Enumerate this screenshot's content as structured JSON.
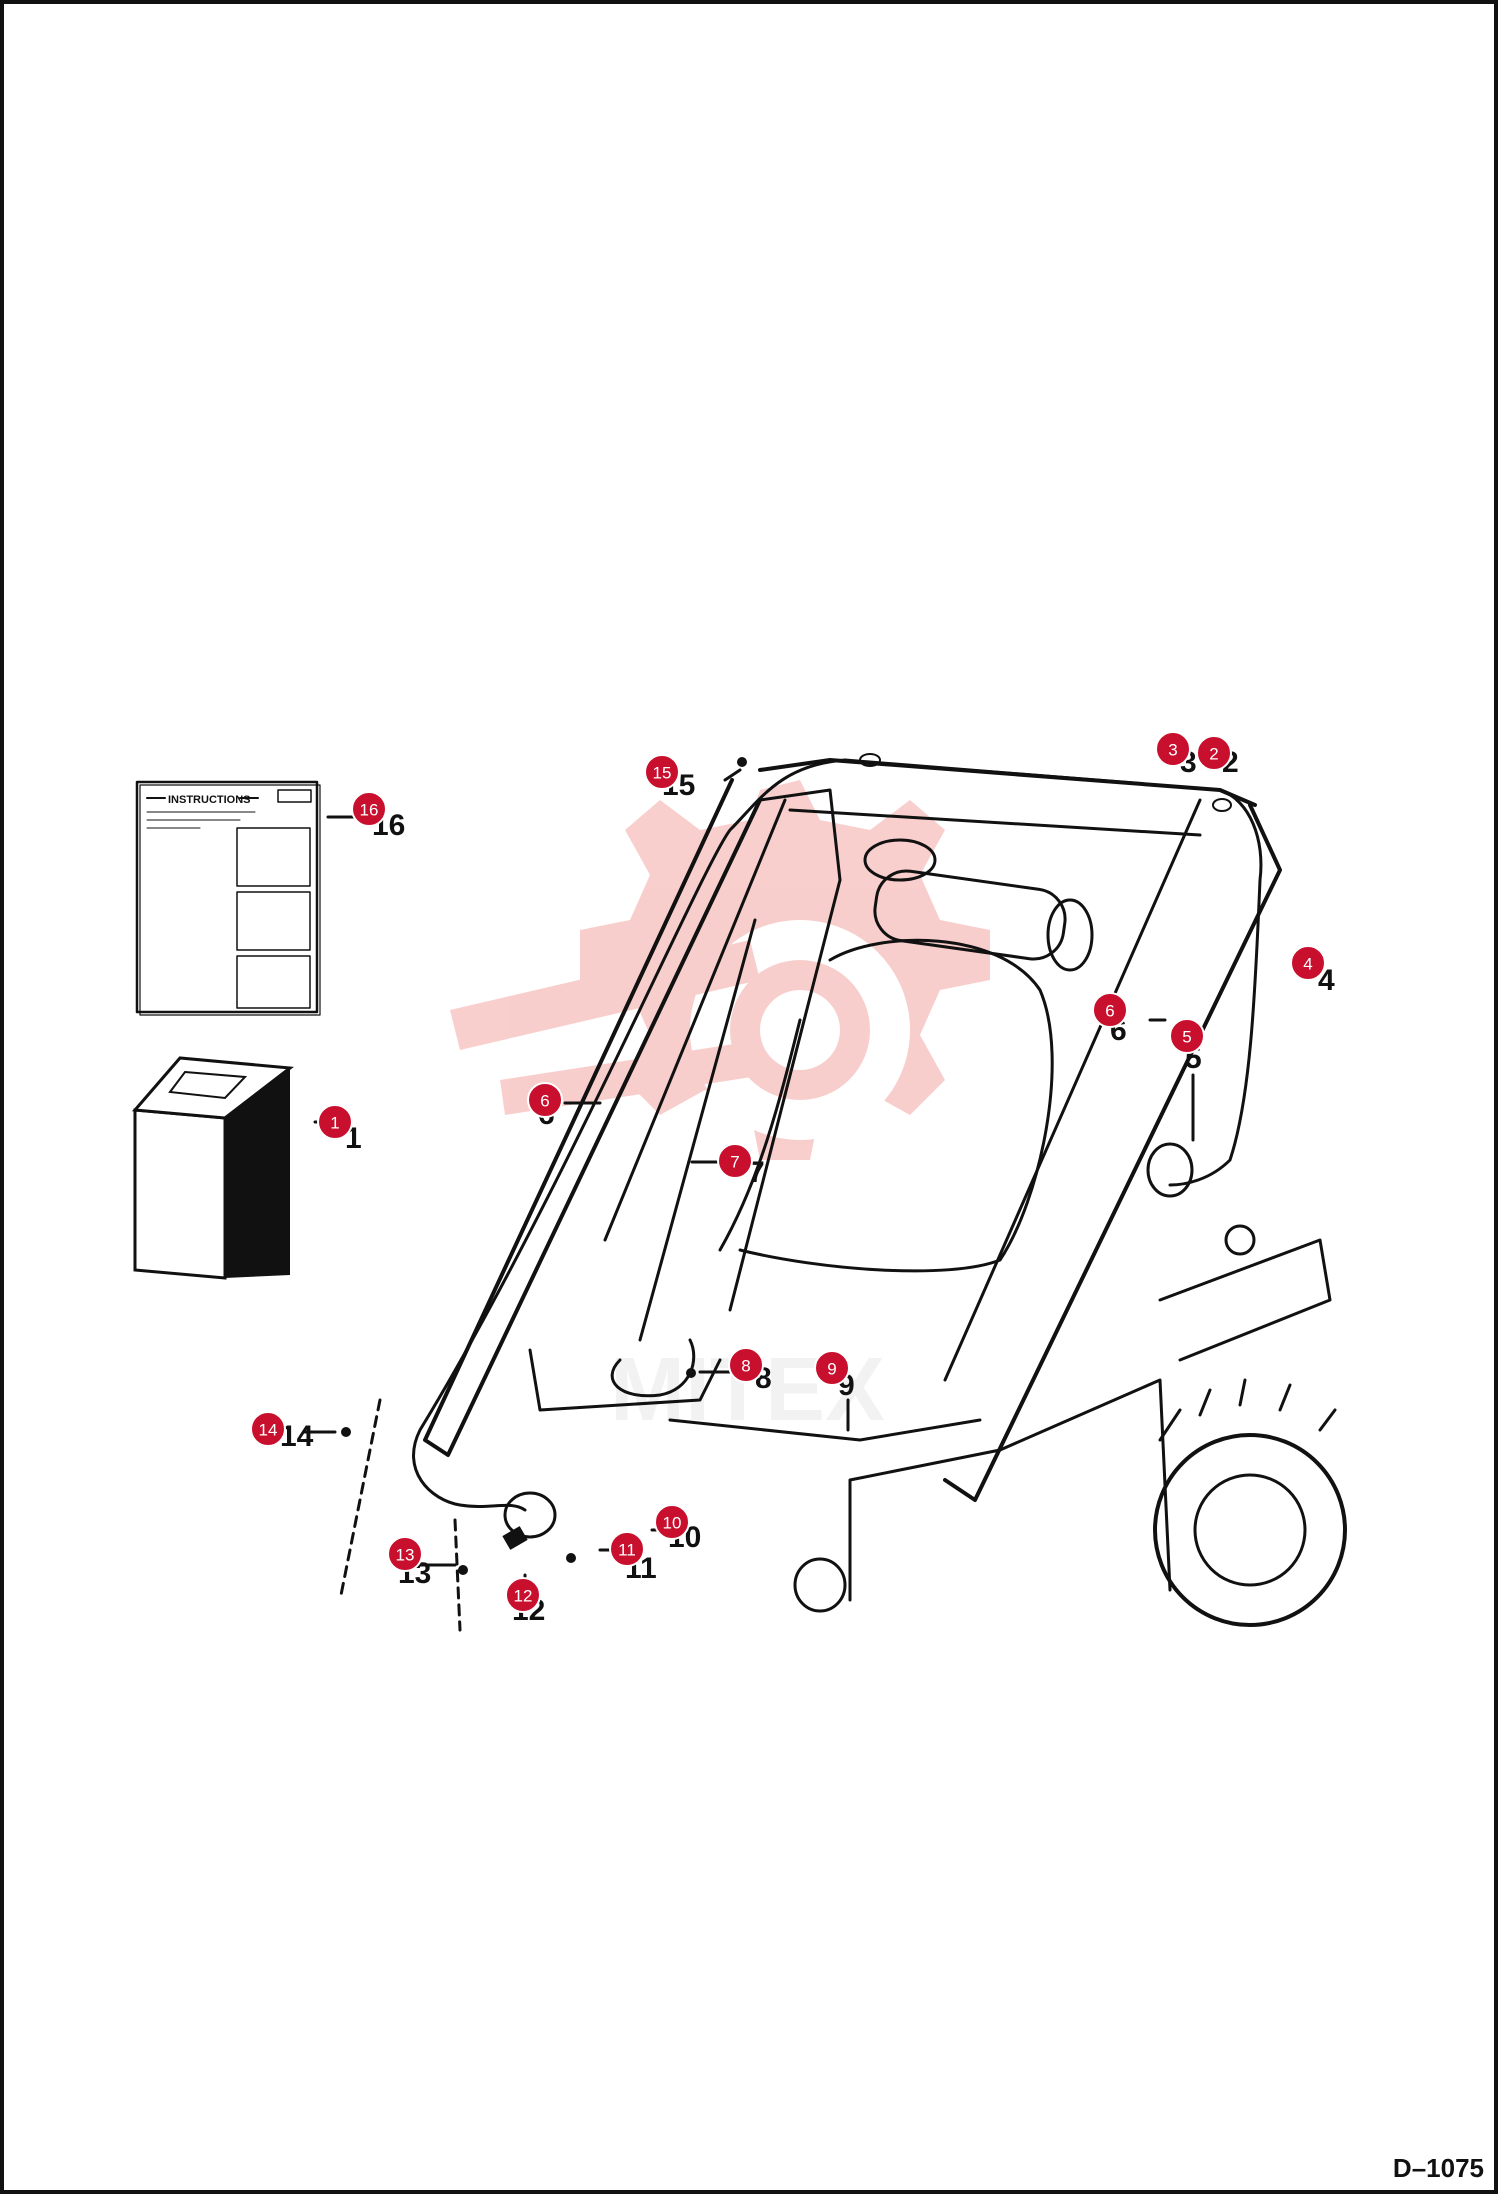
{
  "figure_code": "D–1075",
  "watermark_text": "MITEX",
  "manual_title": "INSTRUCTIONS",
  "callout_color": "#c8102e",
  "callouts": [
    {
      "label": "1"
    },
    {
      "label": "2"
    },
    {
      "label": "3"
    },
    {
      "label": "4"
    },
    {
      "label": "5"
    },
    {
      "label": "6"
    },
    {
      "label": "6"
    },
    {
      "label": "7"
    },
    {
      "label": "8"
    },
    {
      "label": "9"
    },
    {
      "label": "10"
    },
    {
      "label": "11"
    },
    {
      "label": "12"
    },
    {
      "label": "13"
    },
    {
      "label": "14"
    },
    {
      "label": "15"
    },
    {
      "label": "16"
    }
  ]
}
